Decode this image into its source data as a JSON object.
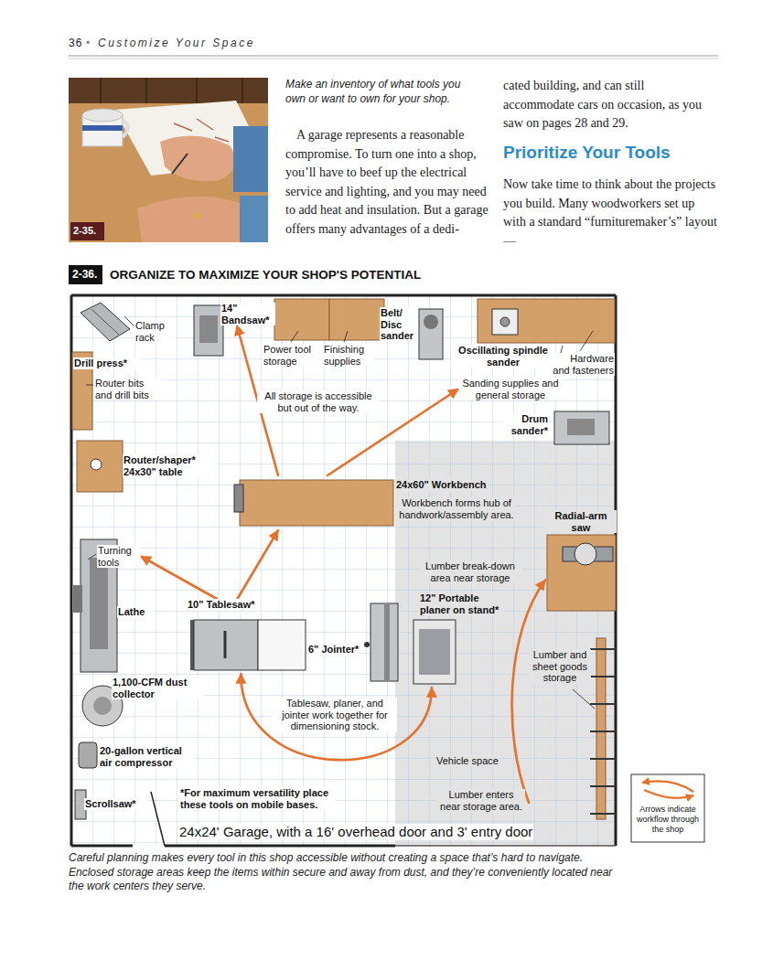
{
  "diagram": {
    "title": "ORGANIZE TO MAXIMIZE YOUR SHOP'S POTENTIAL",
    "caption": "Careful planning makes every tool in this shop accessible without creating a space that’s hard to navigate. Enclosed storage areas keep the items within secure and away from dust, and they’re conveniently located near the work centers they serve.",
    "nodes": [
      {
        "text": [
          "24x24' Garage, with a 16' overhead door and 3' entry door"
        ]
      },
      {
        "text": [
          "Clamp rack"
        ],
        "in": 0
      },
      {
        "text": [
          "14\" Bandsaw*"
        ],
        "in": 0
      },
      {
        "text": [
          "Power tool storage"
        ],
        "in": 0
      },
      {
        "text": [
          "Finishing supplies"
        ],
        "in": 0
      },
      {
        "text": [
          "Belt/ Disc sander"
        ],
        "in": 0
      },
      {
        "text": [
          "Oscillating spindle sander"
        ],
        "in": 0
      },
      {
        "text": [
          "Hardware and fasteners"
        ],
        "in": 0
      },
      {
        "text": [
          "Drill press*"
        ],
        "in": 0
      },
      {
        "text": [
          "Router bits and drill bits"
        ],
        "in": 0
      },
      {
        "text": [
          "Sanding supplies and general storage"
        ],
        "in": 0
      },
      {
        "text": [
          "Drum sander*"
        ],
        "in": 0
      },
      {
        "text": [
          "Router/shaper* 24x30\" table"
        ],
        "in": 0
      },
      {
        "text": [
          "24x60\" Workbench",
          "Workbench forms hub of handwork/assembly area."
        ],
        "in": 0
      },
      {
        "text": [
          "Radial-arm saw"
        ],
        "in": 0
      },
      {
        "text": [
          "Turning tools"
        ],
        "in": 0
      },
      {
        "text": [
          "Lathe"
        ],
        "in": 0
      },
      {
        "text": [
          "10\" Tablesaw*"
        ],
        "in": 0
      },
      {
        "text": [
          "6\" Jointer*"
        ],
        "in": 0
      },
      {
        "text": [
          "12\" Portable planer on stand*"
        ],
        "in": 0
      },
      {
        "text": [
          "Lumber and sheet goods storage"
        ],
        "in": 0
      },
      {
        "text": [
          "1,100-CFM dust collector"
        ],
        "in": 0
      },
      {
        "text": [
          "20-gallon vertical air compressor"
        ],
        "in": 0
      },
      {
        "text": [
          "Scrollsaw*"
        ],
        "in": 0
      }
    ],
    "edges": [
      {
        "from": 13,
        "to": 2,
        "arrow": "to"
      },
      {
        "from": 13,
        "to": 10,
        "arrow": "to"
      },
      {
        "from": 17,
        "to": 15,
        "arrow": "to"
      },
      {
        "from": 17,
        "to": 13,
        "arrow": "to"
      },
      {
        "from": 19,
        "to": 17,
        "arrow": "both"
      },
      {
        "from": 20,
        "to": 14,
        "arrow": "to"
      }
    ],
    "labels": [
      "36",
      "•",
      "Customize Your Space",
      "2-35.",
      "Make an inventory of what tools you own or want to own for your shop.",
      "A garage represents a reasonable compromise. To turn one into a shop, you’ll have to beef up the electrical service and lighting, and you may need to add heat and insulation. But a garage offers many advantages of a dedi-",
      "cated building, and can still accommodate cars on occasion, as you saw on pages 28 and 29.",
      "Prioritize Your Tools",
      "Now take time to think about the projects you build. Many woodworkers set up with a standard “furnituremaker’s” layout—",
      "2-36.",
      "All storage is accessible but out of the way.",
      "Lumber break-down area near storage",
      "Tablesaw, planer, and jointer work together for dimensioning stock.",
      "Vehicle space",
      "*For maximum versatility place these tools on mobile bases.",
      "Lumber enters near storage area."
    ],
    "legend": [
      {
        "text": "Arrows indicate workflow through the shop"
      }
    ]
  }
}
